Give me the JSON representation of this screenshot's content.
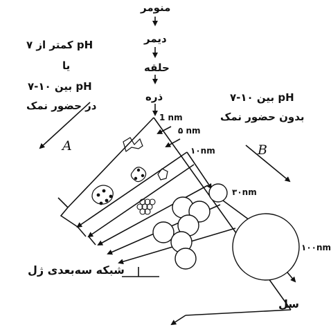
{
  "stages": [
    "منومر",
    "دیمر",
    "حلقه",
    "ذره"
  ],
  "left_condition": [
    "pH کمتر از ۷",
    "یا",
    "pH بین ۱۰-۷",
    "در حضور نمک"
  ],
  "right_condition": [
    "pH بین ۱۰-۷",
    "بدون حضور نمک"
  ],
  "path_labels": {
    "a": "A",
    "b": "B"
  },
  "sizes": [
    "1 nm",
    "5 nm",
    "10 nm",
    "30 nm",
    "100 nm"
  ],
  "sizes_display": [
    "1 nm",
    "۵ nm",
    "۱۰nm",
    "۳۰nm",
    "۱۰۰nm"
  ],
  "bottom_labels": {
    "gel": "شبکه سه‌بعدی ژل",
    "sol": "سل"
  }
}
